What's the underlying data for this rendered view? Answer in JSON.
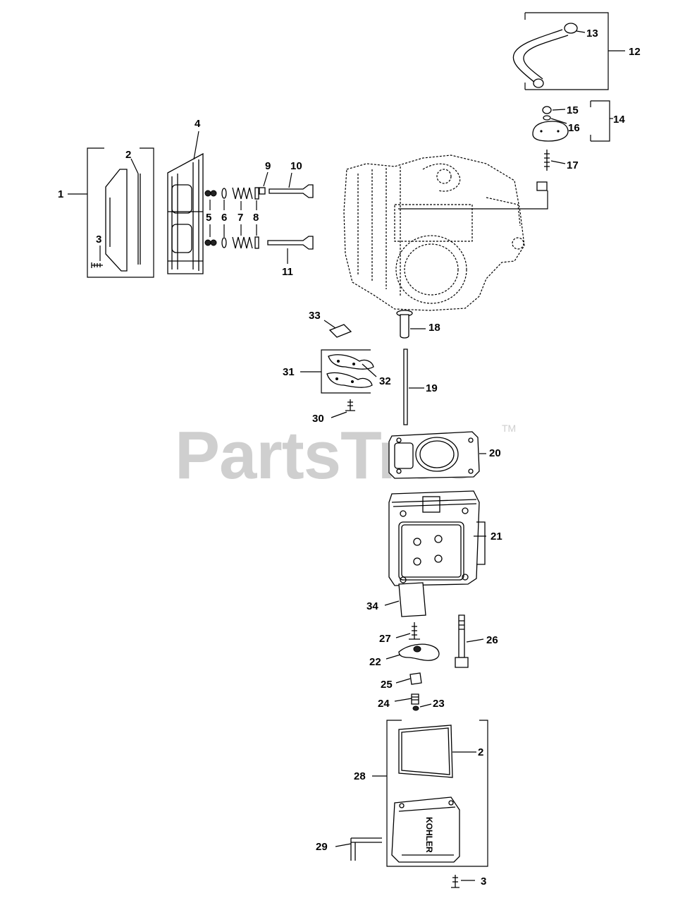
{
  "watermark": {
    "text": "PartsTree",
    "trademark": "TM"
  },
  "callouts": {
    "c1": "1",
    "c2": "2",
    "c3": "3",
    "c4": "4",
    "c5": "5",
    "c6": "6",
    "c7": "7",
    "c8": "8",
    "c9": "9",
    "c10": "10",
    "c11": "11",
    "c12": "12",
    "c13": "13",
    "c14": "14",
    "c15": "15",
    "c16": "16",
    "c17": "17",
    "c18": "18",
    "c19": "19",
    "c20": "20",
    "c21": "21",
    "c22": "22",
    "c23": "23",
    "c24": "24",
    "c25": "25",
    "c26": "26",
    "c27": "27",
    "c28": "28",
    "c29": "29",
    "c30": "30",
    "c31": "31",
    "c32": "32",
    "c33": "33",
    "c34": "34",
    "c2b": "2",
    "c3b": "3"
  },
  "valve_cover_emblem": "KOHLER"
}
